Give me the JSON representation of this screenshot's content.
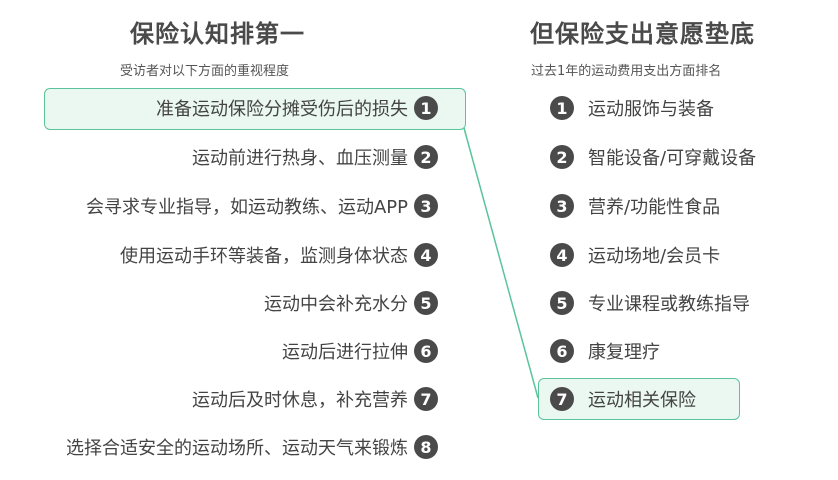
{
  "left": {
    "title": "保险认知排第一",
    "subtitle": "受访者对以下方面的重视程度",
    "items": [
      {
        "text": "准备运动保险分摊受伤后的损失",
        "rank": "1"
      },
      {
        "text": "运动前进行热身、血压测量",
        "rank": "2"
      },
      {
        "text": "会寻求专业指导，如运动教练、运动APP",
        "rank": "3"
      },
      {
        "text": "使用运动手环等装备，监测身体状态",
        "rank": "4"
      },
      {
        "text": "运动中会补充水分",
        "rank": "5"
      },
      {
        "text": "运动后进行拉伸",
        "rank": "6"
      },
      {
        "text": "运动后及时休息，补充营养",
        "rank": "7"
      },
      {
        "text": "选择合适安全的运动场所、运动天气来锻炼",
        "rank": "8"
      }
    ]
  },
  "right": {
    "title": "但保险支出意愿垫底",
    "subtitle": "过去1年的运动费用支出方面排名",
    "items": [
      {
        "text": "运动服饰与装备",
        "rank": "1"
      },
      {
        "text": "智能设备/可穿戴设备",
        "rank": "2"
      },
      {
        "text": "营养/功能性食品",
        "rank": "3"
      },
      {
        "text": "运动场地/会员卡",
        "rank": "4"
      },
      {
        "text": "专业课程或教练指导",
        "rank": "5"
      },
      {
        "text": "康复理疗",
        "rank": "6"
      },
      {
        "text": "运动相关保险",
        "rank": "7"
      }
    ]
  },
  "colors": {
    "highlight_border": "#59c49a",
    "highlight_fill": "#eaf8f1",
    "badge": "#4a4a4a"
  }
}
